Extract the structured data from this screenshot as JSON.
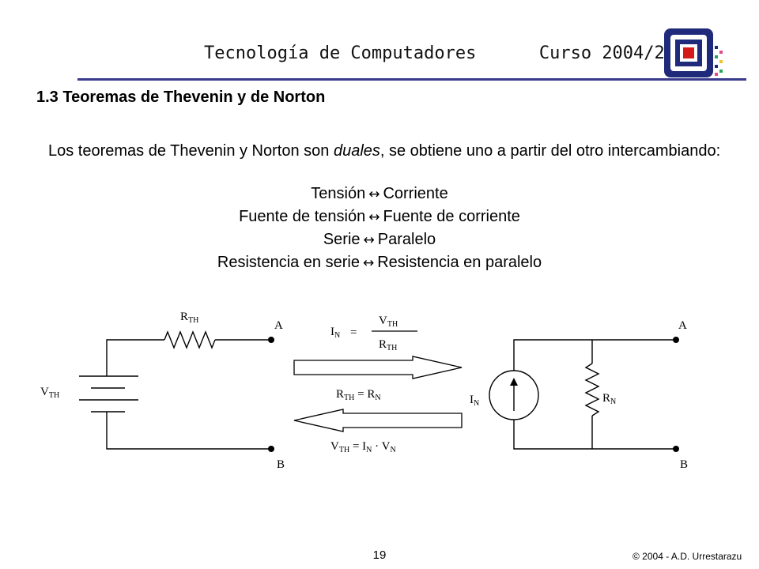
{
  "header": {
    "course": "Tecnología de Computadores      Curso 2004/2005",
    "logo_colors": {
      "frame": "#1f2a7a",
      "inner": "#ffffff",
      "center": "#d61a1a",
      "dots": [
        "#1f2a7a",
        "#e04b8a",
        "#27a35a",
        "#f2c12e"
      ]
    }
  },
  "section_title": "1.3 Teoremas de Thevenin y de Norton",
  "intro": {
    "before": "Los teoremas de Thevenin y Norton son ",
    "emphasis": "duales",
    "after": ", se obtiene uno a partir del otro intercambiando:"
  },
  "dualities": [
    {
      "left": "Tensión",
      "right": "Corriente"
    },
    {
      "left": "Fuente de tensión",
      "right": "Fuente de corriente"
    },
    {
      "left": "Serie",
      "right": "Paralelo"
    },
    {
      "left": "Resistencia en serie",
      "right": "Resistencia en paralelo"
    }
  ],
  "swap_symbol": "↔",
  "circuit": {
    "thevenin": {
      "resistor": {
        "main": "R",
        "sub": "TH"
      },
      "source": {
        "main": "V",
        "sub": "TH"
      },
      "node_a": "A",
      "node_b": "B"
    },
    "relations": {
      "in_num": {
        "main": "V",
        "sub": "TH"
      },
      "in_lhs": {
        "main": "I",
        "sub": "N"
      },
      "in_eq": "=",
      "in_den": {
        "main": "R",
        "sub": "TH"
      },
      "r_lhs": {
        "main": "R",
        "sub": "TH"
      },
      "r_eq": " = ",
      "r_rhs": {
        "main": "R",
        "sub": "N"
      },
      "v_lhs": {
        "main": "V",
        "sub": "TH"
      },
      "v_eq": " = ",
      "v_mid": {
        "main": "I",
        "sub": "N"
      },
      "v_dot": " · ",
      "v_rhs": {
        "main": "V",
        "sub": "N"
      }
    },
    "norton": {
      "source": {
        "main": "I",
        "sub": "N"
      },
      "resistor": {
        "main": "R",
        "sub": "N"
      },
      "node_a": "A",
      "node_b": "B"
    }
  },
  "footer": {
    "page": "19",
    "copyright": "© 2004 - A.D. Urrestarazu"
  }
}
